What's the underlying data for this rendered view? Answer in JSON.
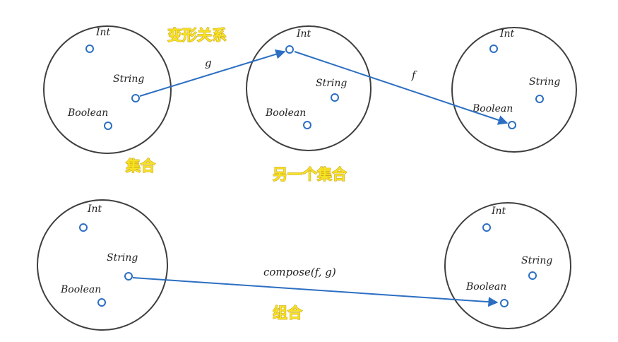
{
  "labels": {
    "morphism": "变形关系",
    "set": "集合",
    "another_set": "另一个集合",
    "composition": "组合"
  },
  "types": {
    "int": "Int",
    "string": "String",
    "boolean": "Boolean"
  },
  "functions": {
    "g": "g",
    "f": "f",
    "compose": "compose(f, g)"
  },
  "colors": {
    "arrow": "#2c6fc2",
    "circle_stroke": "#3f3f3f",
    "cjk_fill": "#f7e323"
  }
}
